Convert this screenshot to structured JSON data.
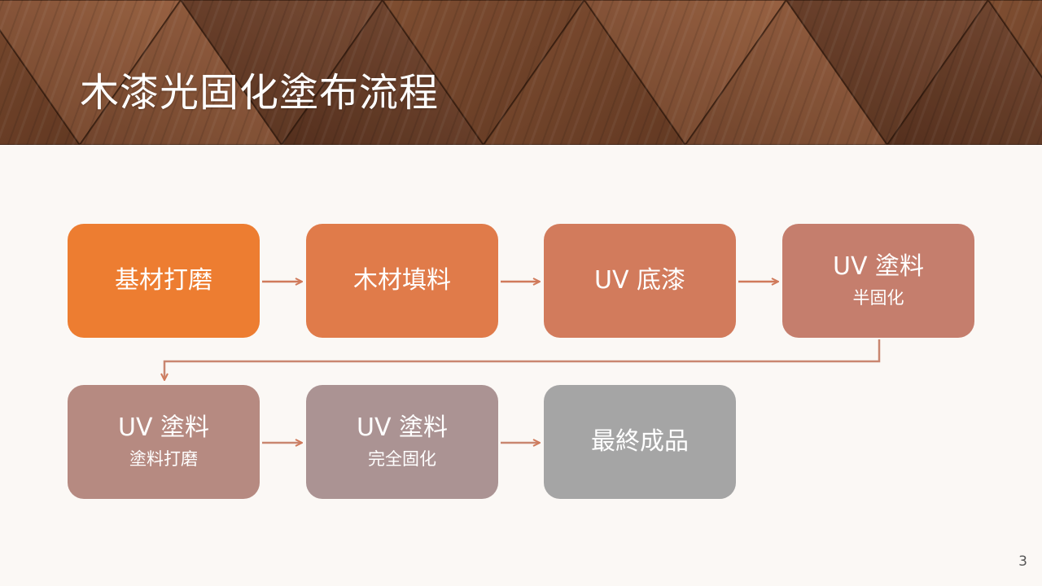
{
  "slide": {
    "title": "木漆光固化塗布流程",
    "page_number": "3"
  },
  "flow": {
    "steps": [
      {
        "main": "基材打磨",
        "sub": "",
        "color": "#ed7d31"
      },
      {
        "main": "木材填料",
        "sub": "",
        "color": "#e07b4a"
      },
      {
        "main": "UV 底漆",
        "sub": "",
        "color": "#d27b5c"
      },
      {
        "main": "UV 塗料",
        "sub": "半固化",
        "color": "#c57e6d"
      },
      {
        "main": "UV 塗料",
        "sub": "塗料打磨",
        "color": "#b68a81"
      },
      {
        "main": "UV 塗料",
        "sub": "完全固化",
        "color": "#ab9393"
      },
      {
        "main": "最終成品",
        "sub": "",
        "color": "#a5a5a5"
      }
    ],
    "connector_color": "#d07a5b"
  }
}
